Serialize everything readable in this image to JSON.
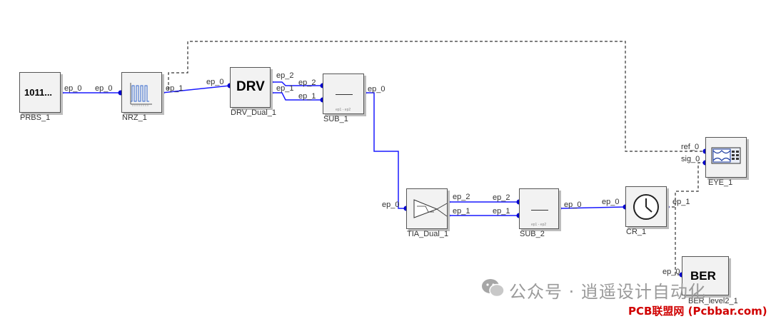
{
  "blocks": {
    "prbs": {
      "name": "PRBS_1",
      "glyph": "1011..."
    },
    "nrz": {
      "name": "NRZ_1"
    },
    "drv": {
      "name": "DRV_Dual_1",
      "glyph": "DRV"
    },
    "sub1": {
      "name": "SUB_1",
      "small": "ep1 - ep2"
    },
    "tia": {
      "name": "TIA_Dual_1"
    },
    "sub2": {
      "name": "SUB_2",
      "small": "ep1 - ep2"
    },
    "cr": {
      "name": "CR_1"
    },
    "eye": {
      "name": "EYE_1"
    },
    "ber": {
      "name": "BER_level2_1",
      "glyph": "BER"
    }
  },
  "ports": {
    "prbs_out": "ep_0",
    "nrz_in": "ep_0",
    "nrz_out": "ep_1",
    "drv_in": "ep_0",
    "drv_out2": "ep_2",
    "drv_out1": "ep_1",
    "sub1_in2": "ep_2",
    "sub1_in1": "ep_1",
    "sub1_out": "ep_0",
    "tia_in": "ep_0",
    "tia_out2": "ep_2",
    "tia_out1": "ep_1",
    "sub2_in2": "ep_2",
    "sub2_in1": "ep_1",
    "sub2_out": "ep_0",
    "cr_in": "ep_0",
    "cr_out": "ep_1",
    "eye_ref": "ref_0",
    "eye_sig": "sig_0",
    "ber_in": "ep_0"
  },
  "watermark": {
    "text": "公众号 · 逍遥设计自动化",
    "site": "PCB联盟网 (Pcbbar.com)"
  },
  "colors": {
    "signal_wire": "#1a1aff",
    "clock_wire": "#333333",
    "port_dot": "#0000cc",
    "watermark_site": "#d00000"
  }
}
